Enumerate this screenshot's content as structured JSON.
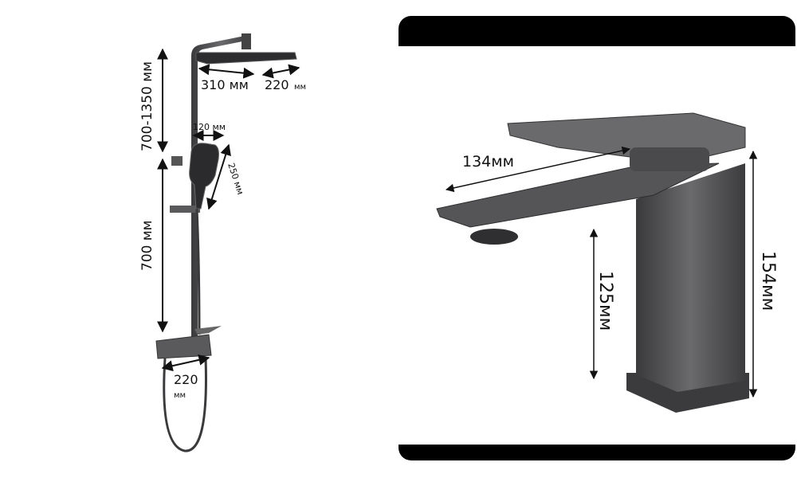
{
  "shower_system": {
    "height_adjust": "700-1350 мм",
    "head_width": "310 мм",
    "head_depth_value": "220",
    "head_depth_unit": "мм",
    "hand_width": "120 мм",
    "hand_length": "250 мм",
    "bar_height": "700 мм",
    "mixer_width_value": "220",
    "mixer_width_unit": "мм"
  },
  "basin_faucet": {
    "spout_length": "134мм",
    "spout_height": "125мм",
    "total_height": "154мм"
  },
  "colors": {
    "metal": "#4a4a4c",
    "frame": "#000000"
  }
}
